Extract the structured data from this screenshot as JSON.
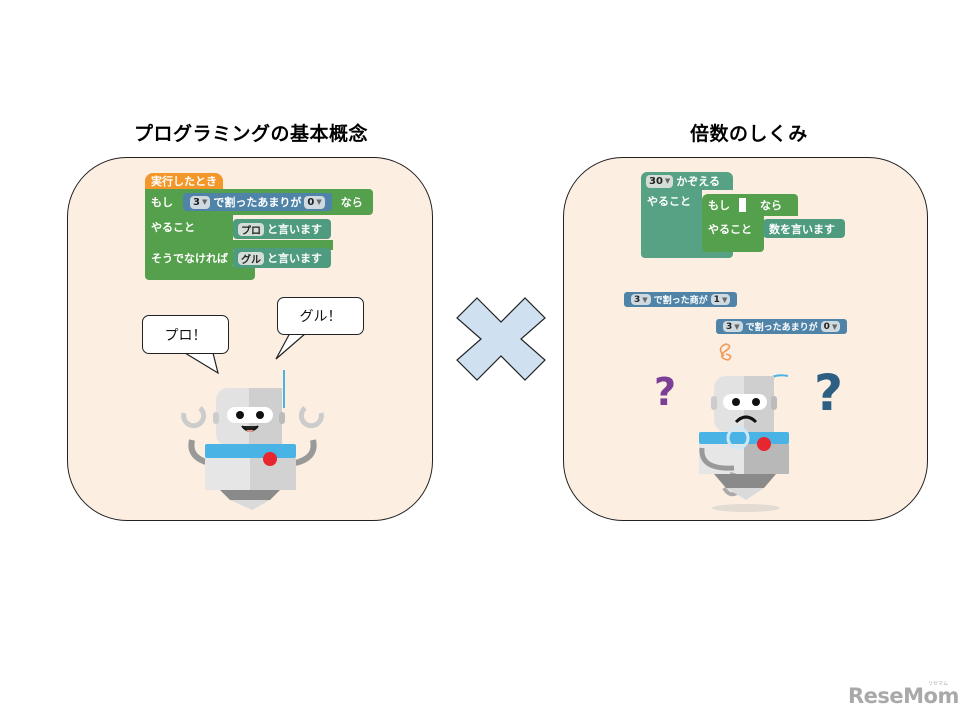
{
  "left": {
    "title": "プログラミングの基本概念",
    "blocks": {
      "hat": "実行したとき",
      "if_label": "もし",
      "cond_value": "3",
      "cond_text": "で割ったあまりが",
      "cond_result": "0",
      "then_suffix": "なら",
      "do_label": "やること",
      "say1_value": "プロ",
      "say1_text": "と言います",
      "else_label": "そうでなければ",
      "say2_value": "グル",
      "say2_text": "と言います"
    },
    "bubbles": [
      "プロ！",
      "グル！"
    ],
    "robot_mood": "happy"
  },
  "right": {
    "title": "倍数のしくみ",
    "blocks": {
      "repeat_value": "30",
      "repeat_text": "かぞえる",
      "do_label": "やること",
      "if_label": "もし",
      "then_suffix": "なら",
      "inner_do_label": "やること",
      "say_text": "数を言います",
      "quot_value": "3",
      "quot_text": "で割った商が",
      "quot_result": "1",
      "mod_value": "3",
      "mod_text": "で割ったあまりが",
      "mod_result": "0"
    },
    "question_marks": [
      "?",
      "?"
    ],
    "robot_mood": "confused"
  },
  "cross_symbol": "×",
  "logo": {
    "text": "ReseMom",
    "sub": "リセマム"
  },
  "colors": {
    "panel_bg": "#fdeee2",
    "hat_orange": "#f3972b",
    "control_green": "#55a04c",
    "looks_teal": "#4e9b7f",
    "operator_blue": "#4f84a8",
    "cross_fill": "#cfe0f1",
    "robot_blue": "#4ab3e6",
    "robot_red": "#e8262f",
    "question_purple": "#7b3f97",
    "question_navy": "#2d5f82"
  }
}
